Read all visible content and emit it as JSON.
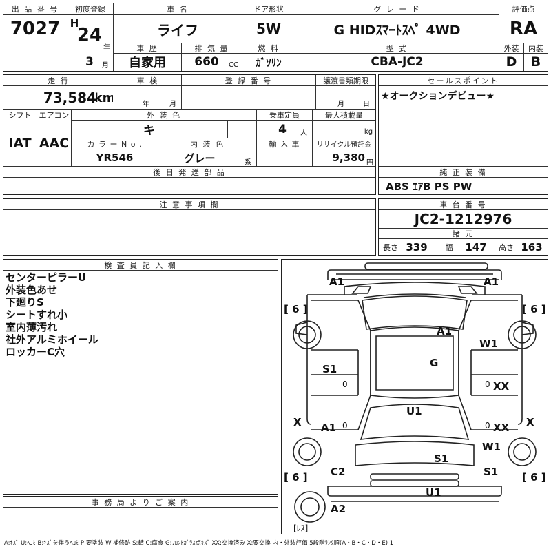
{
  "header": {
    "lot_no_label": "出 品 番 号",
    "lot_no": "7027",
    "first_reg_label": "初度登録",
    "era": "H",
    "year": "24",
    "year_unit": "年",
    "month": "3",
    "month_unit": "月",
    "car_name_label": "車 名",
    "car_name": "ライフ",
    "door_label": "ドア形状",
    "door": "5W",
    "grade_label": "グ レ ー ド",
    "grade": "G HIDｽﾏｰﾄｽﾍﾟ 4WD",
    "score_label": "評価点",
    "score": "RA",
    "history_label": "車 歴",
    "history": "自家用",
    "displacement_label": "排 気 量",
    "displacement": "660",
    "displacement_unit": "CC",
    "fuel_label": "燃 料",
    "fuel": "ｶﾞｿﾘﾝ",
    "model_label": "型 式",
    "model": "CBA-JC2",
    "ext_label": "外装",
    "ext": "D",
    "int_label": "内装",
    "int": "B"
  },
  "row2": {
    "mileage_label": "走 行",
    "mileage": "73,584",
    "mileage_unit": "km",
    "inspection_label": "車 検",
    "insp_year_unit": "年",
    "insp_month_unit": "月",
    "reg_no_label": "登 録 番 号",
    "transfer_label": "譲渡書類期限",
    "transfer_month_unit": "月",
    "transfer_day_unit": "日",
    "sales_point_label": "セールスポイント",
    "sales_point": "★オークションデビュー★",
    "shift_label": "シフト",
    "shift": "IAT",
    "ac_label": "エアコン",
    "ac": "AAC",
    "ext_color_label": "外 装 色",
    "ext_color": "キ",
    "capacity_label": "乗車定員",
    "capacity": "4",
    "capacity_unit": "人",
    "max_load_label": "最大積載量",
    "max_load_unit": "kg",
    "color_no_label": "カ ラ ー N o .",
    "color_no": "YR546",
    "int_color_label": "内 装 色",
    "int_color": "グレー",
    "int_color_suffix": "系",
    "import_label": "輸 入 車",
    "recycle_label": "リサイクル預託金",
    "recycle": "9,380",
    "recycle_unit": "円",
    "later_parts_label": "後 日 発 送 部 品",
    "genuine_label": "純 正 装 備",
    "genuine": "ABS ｴｱB PS PW",
    "notes_label": "注 意 事 項 欄",
    "chassis_label": "車 台 番 号",
    "chassis": "JC2-1212976",
    "spec_label": "諸 元",
    "length_label": "長さ",
    "length": "339",
    "width_label": "幅",
    "width": "147",
    "height_label": "高さ",
    "height": "163"
  },
  "inspector": {
    "label": "検 査 員 記 入 欄",
    "lines": [
      "センターピラーU",
      "外装色あせ",
      "下廻りS",
      "シートすれ小",
      "室内薄汚れ",
      "社外アルミホイール",
      "ロッカーC穴"
    ]
  },
  "office_label": "事 務 局 よ り ご 案 内",
  "diagram": {
    "marks": [
      "A1",
      "A1",
      "[ 6 ]",
      "[ 6 ]",
      "A1",
      "W1",
      "S1",
      "G",
      "0",
      "0",
      "XX",
      "U1",
      "X",
      "X",
      "A1",
      "0",
      "0",
      "XX",
      "W1",
      "S1",
      "[ 6 ]",
      "C2",
      "S1",
      "[ 6 ]",
      "U1",
      "A2",
      "[ﾚｽ]"
    ]
  },
  "legend": "A:ｷｽﾞ U:ﾍｺﾐ B:ｷｽﾞを伴うﾍｺﾐ P:要塗装 W:補修跡 S:錆 C:腐食 G:ﾌﾛﾝﾄｶﾞﾗｽ点ｷｽﾞ XX:交換済み X:要交換 内・外装評価 5段階ﾗﾝｸ順(A・B・C・D・E) 1"
}
